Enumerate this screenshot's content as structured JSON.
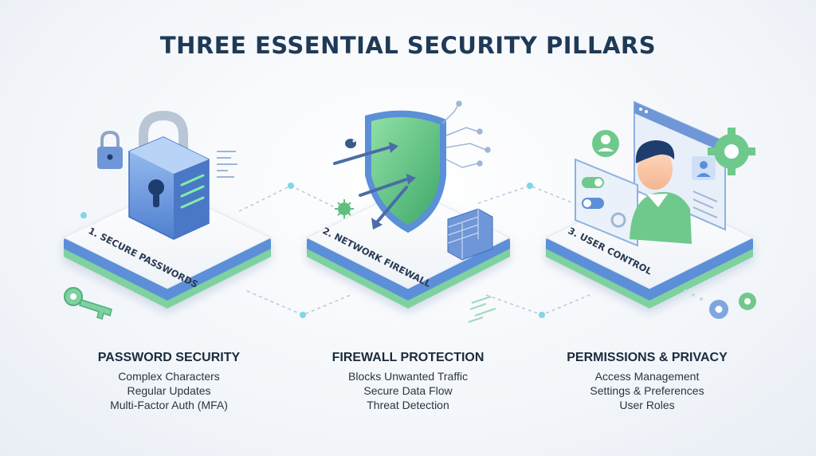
{
  "title": "THREE ESSENTIAL SECURITY PILLARS",
  "colors": {
    "heading": "#1f3a56",
    "blue": "#5b8fd8",
    "green": "#6bc98a",
    "platform": "#ffffff"
  },
  "pillars": [
    {
      "label": "1. SECURE PASSWORDS",
      "heading": "PASSWORD SECURITY",
      "items": [
        "Complex Characters",
        "Regular Updates",
        "Multi-Factor Auth (MFA)"
      ],
      "icons": [
        "padlock-icon",
        "small-lock-icon",
        "key-icon"
      ]
    },
    {
      "label": "2. NETWORK FIREWALL",
      "heading": "FIREWALL PROTECTION",
      "items": [
        "Blocks Unwanted Traffic",
        "Secure Data Flow",
        "Threat Detection"
      ],
      "icons": [
        "shield-icon",
        "brick-wall-icon",
        "virus-icon"
      ]
    },
    {
      "label": "3. USER CONTROL",
      "heading": "PERMISSIONS & PRIVACY",
      "items": [
        "Access Management",
        "Settings & Preferences",
        "User Roles"
      ],
      "icons": [
        "user-avatar-icon",
        "gear-icon",
        "toggle-panel-icon"
      ]
    }
  ]
}
